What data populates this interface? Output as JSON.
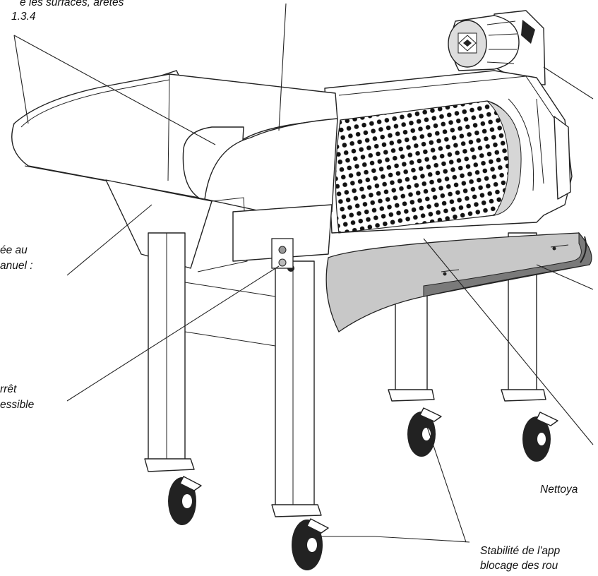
{
  "labels": {
    "top_left_line1": "e les surfaces, arêtes",
    "top_left_line2": "1.3.4",
    "left_middle_line1": "ée au",
    "left_middle_line2": "anuel :",
    "left_lower_line1": "rrêt",
    "left_lower_line2": "essible",
    "right_bottom": "Nettoya",
    "bottom_line1": "Stabilité de l'app",
    "bottom_line2": "blocage des rou"
  }
}
